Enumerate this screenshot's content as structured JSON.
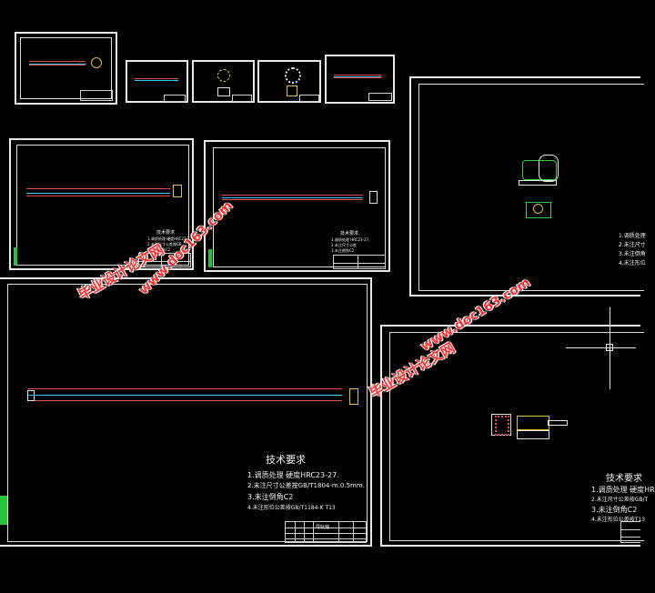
{
  "drawings": {
    "large_left": {
      "tech_title": "技术要求",
      "notes": [
        "1.调质处理  硬度HRC23-27.",
        "2.未注尺寸公差按GB/T1804-m.0.5mm.",
        "3.未注倒角C2",
        "4.未注形位公差按GB/T1184-K T13"
      ],
      "title_block_name": "导轨轴"
    },
    "bottom_right": {
      "tech_title": "技术要求",
      "notes": [
        "1.调质处理  硬度HR",
        "2.未注尺寸公差按GB/T",
        "3.未注倒角C2",
        "4.未注形位公差按T13"
      ]
    },
    "mid_left": {
      "tech_title": "技术要求",
      "notes": [
        "1.调质处理  硬度HRC23-27.",
        "2.未注尺寸公差按GB.",
        "3.未注倒角C2",
        "4.未注形位公差T13"
      ]
    },
    "mid_center": {
      "tech_title": "技术要求",
      "notes": [
        "1.调质处理 HRC23-27.",
        "2.未注尺寸公差",
        "3.未注倒角C2",
        "4.未注形位公差"
      ]
    },
    "top_right": {
      "notes": [
        "1.调质处理",
        "2.未注尺寸",
        "3.未注倒角",
        "4.未注形位"
      ]
    }
  },
  "watermark": {
    "brand": "毕业设计论文网",
    "url": "www.doc163.com"
  },
  "colors": {
    "background": "#000000",
    "frame": "#e8e8e8",
    "shaft_red": "#e04c4c",
    "centerline_cyan": "#38c8ff",
    "layer_green": "#27c43a",
    "watermark_red": "#ff3030"
  }
}
